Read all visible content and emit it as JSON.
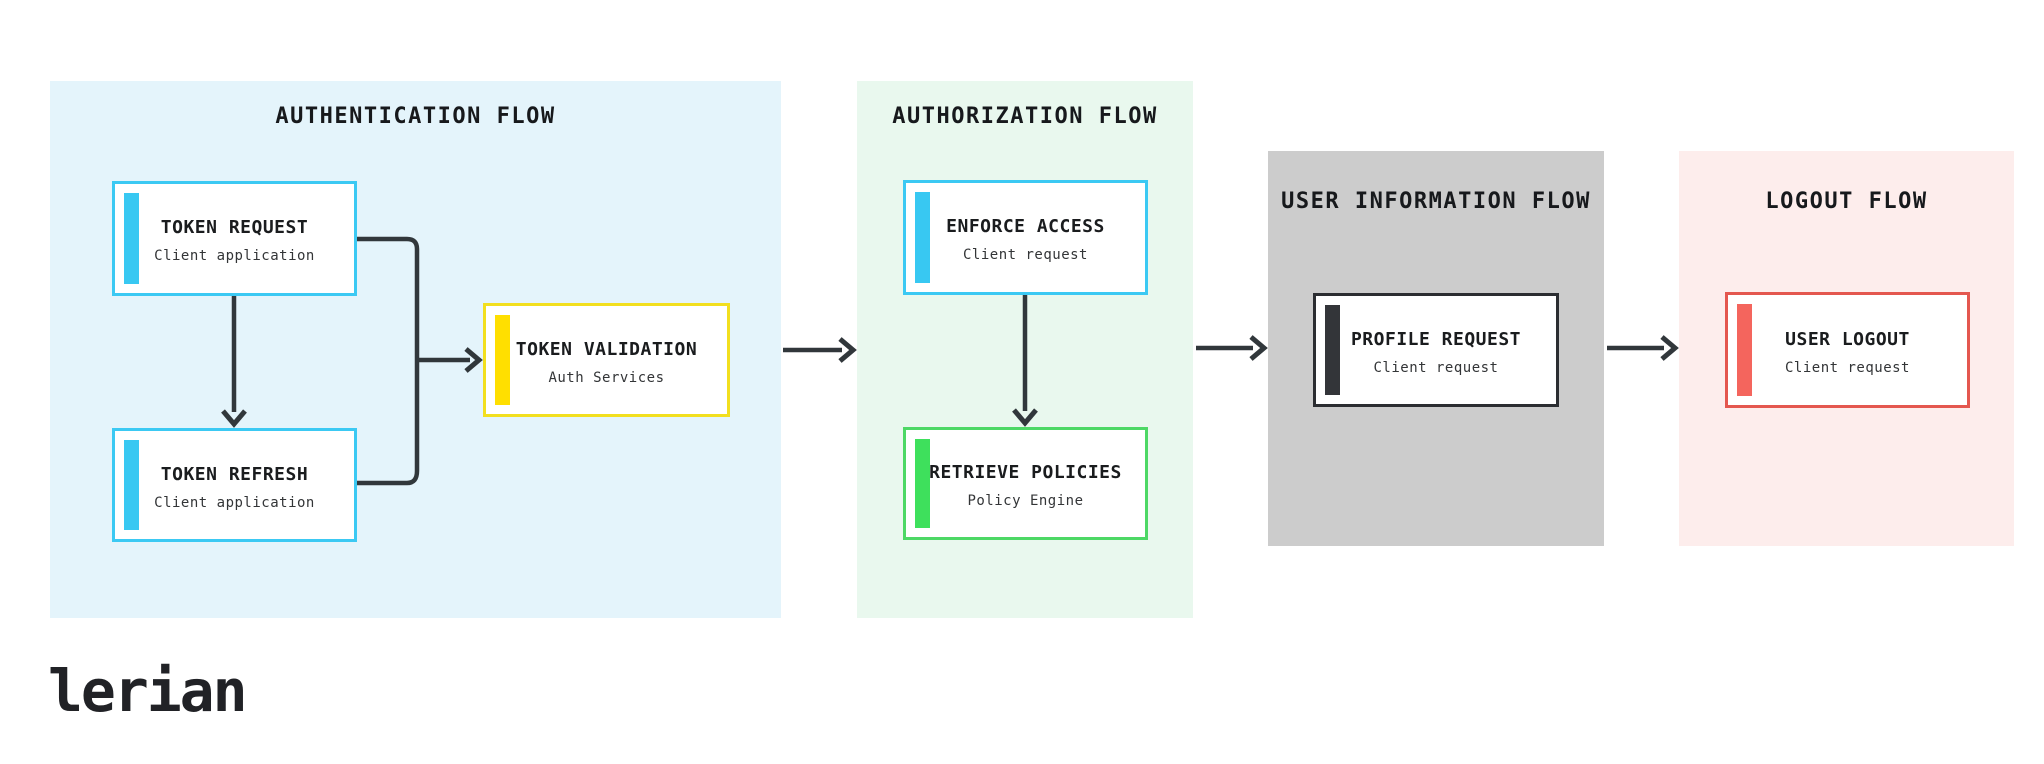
{
  "canvas": {
    "background": "#FFFFFF"
  },
  "logo": {
    "text": "lerian",
    "color": "#212226"
  },
  "connectors": {
    "color": "#31373B"
  },
  "panels": [
    {
      "id": "authentication",
      "title": "AUTHENTICATION FLOW",
      "bg": "#E4F4FB",
      "nodes": [
        {
          "title": "TOKEN REQUEST",
          "subtitle": "Client application",
          "accent": "#38C8F2",
          "border": "#3BC9F3"
        },
        {
          "title": "TOKEN VALIDATION",
          "subtitle": "Auth Services",
          "accent": "#FFDF00",
          "border": "#F2DF1F"
        },
        {
          "title": "TOKEN REFRESH",
          "subtitle": "Client application",
          "accent": "#38C8F2",
          "border": "#3BC9F3"
        }
      ]
    },
    {
      "id": "authorization",
      "title": "AUTHORIZATION FLOW",
      "bg": "#E9F8EE",
      "nodes": [
        {
          "title": "ENFORCE ACCESS",
          "subtitle": "Client request",
          "accent": "#38C8F2",
          "border": "#3BC9F3"
        },
        {
          "title": "RETRIEVE POLICIES",
          "subtitle": "Policy Engine",
          "accent": "#3EE05C",
          "border": "#4DD865"
        }
      ]
    },
    {
      "id": "user-information",
      "title": "USER INFORMATION FLOW",
      "bg": "#CCCCCC",
      "nodes": [
        {
          "title": "PROFILE REQUEST",
          "subtitle": "Client request",
          "accent": "#333539",
          "border": "#2B2D31"
        }
      ]
    },
    {
      "id": "logout",
      "title": "LOGOUT FLOW",
      "bg": "#FDEDEC",
      "nodes": [
        {
          "title": "USER LOGOUT",
          "subtitle": "Client request",
          "accent": "#F4655D",
          "border": "#E4574F"
        }
      ]
    }
  ]
}
